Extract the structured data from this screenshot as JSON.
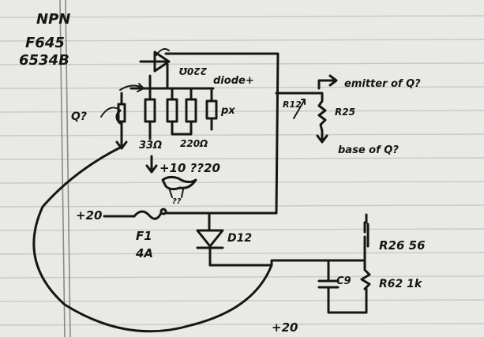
{
  "header": {
    "line1": "NPN",
    "line2": "F645",
    "line3": "6534B"
  },
  "labels": {
    "q_left": "Q?",
    "resistor_top": "220Ω",
    "diode_label": "diode+",
    "resistor_bottom_left": "33Ω",
    "resistor_bottom_right": "220Ω",
    "px": "px",
    "emitter": "emitter of Q?",
    "r12": "R12",
    "r25": "R25",
    "base": "base of Q?",
    "power_line": "+10 ??20",
    "scribble": "??",
    "plus20_left": "+20",
    "fuse": "F1",
    "fuse_rating": "4A",
    "d12": "D12",
    "r26": "R26 56",
    "c9": "C9",
    "r62": "R62 1k",
    "plus20_bottom": "+20"
  },
  "colors": {
    "paper": "#e9e9e6",
    "ink": "#161616",
    "rule": "#c9c9c9"
  }
}
